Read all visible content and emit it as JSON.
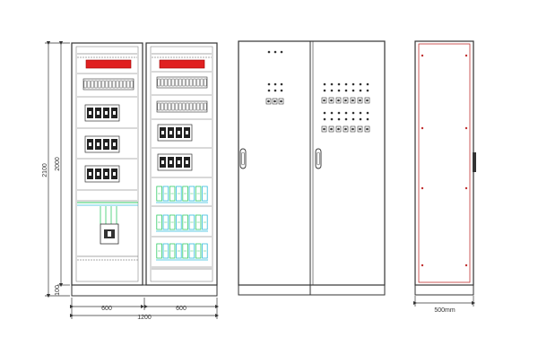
{
  "dimensions": {
    "overall_height": "2100",
    "body_height": "2000",
    "plinth_height": "100",
    "left_width": "600",
    "right_width": "600",
    "total_width": "1200",
    "side_depth": "500mm"
  },
  "colors": {
    "line": "#333333",
    "busbar_red": "#e02020",
    "module_green": "#33cc66",
    "module_cyan": "#33bbdd",
    "side_red": "#c03030"
  }
}
